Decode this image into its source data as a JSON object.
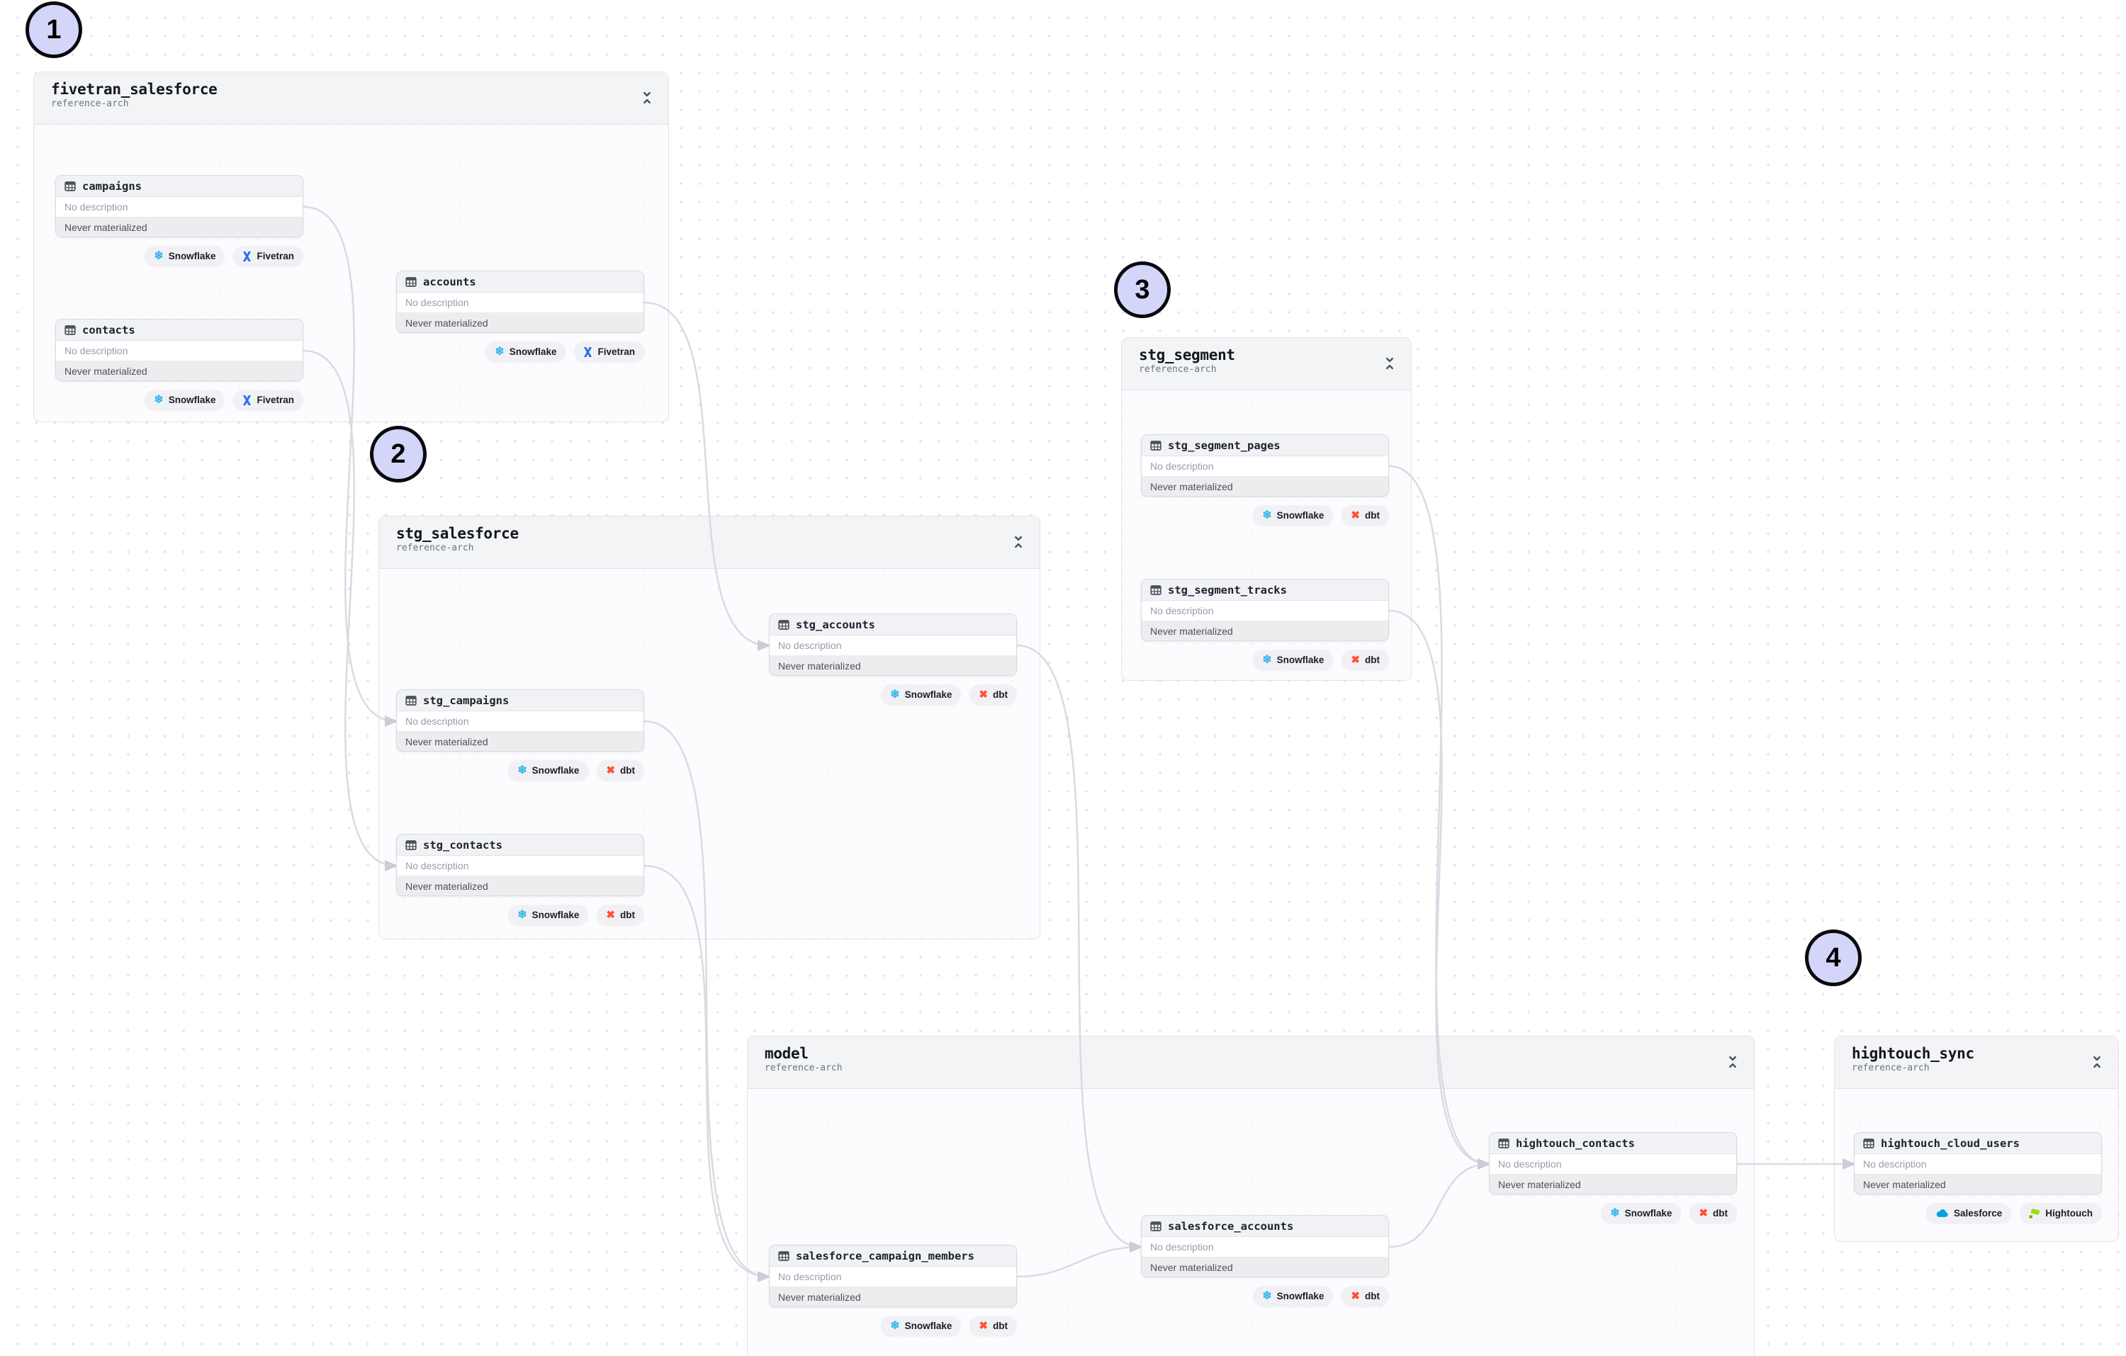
{
  "annotations": [
    {
      "label": "1"
    },
    {
      "label": "2"
    },
    {
      "label": "3"
    },
    {
      "label": "4"
    }
  ],
  "groups": [
    {
      "title": "fivetran_salesforce",
      "subtitle": "reference-arch",
      "nodes": [
        {
          "title": "campaigns",
          "description": "No description",
          "materialization": "Never materialized",
          "badges": [
            {
              "icon": "snowflake-icon",
              "label": "Snowflake"
            },
            {
              "icon": "fivetran-icon",
              "label": "Fivetran"
            }
          ]
        },
        {
          "title": "contacts",
          "description": "No description",
          "materialization": "Never materialized",
          "badges": [
            {
              "icon": "snowflake-icon",
              "label": "Snowflake"
            },
            {
              "icon": "fivetran-icon",
              "label": "Fivetran"
            }
          ]
        },
        {
          "title": "accounts",
          "description": "No description",
          "materialization": "Never materialized",
          "badges": [
            {
              "icon": "snowflake-icon",
              "label": "Snowflake"
            },
            {
              "icon": "fivetran-icon",
              "label": "Fivetran"
            }
          ]
        }
      ]
    },
    {
      "title": "stg_salesforce",
      "subtitle": "reference-arch",
      "nodes": [
        {
          "title": "stg_accounts",
          "description": "No description",
          "materialization": "Never materialized",
          "badges": [
            {
              "icon": "snowflake-icon",
              "label": "Snowflake"
            },
            {
              "icon": "dbt-icon",
              "label": "dbt"
            }
          ]
        },
        {
          "title": "stg_campaigns",
          "description": "No description",
          "materialization": "Never materialized",
          "badges": [
            {
              "icon": "snowflake-icon",
              "label": "Snowflake"
            },
            {
              "icon": "dbt-icon",
              "label": "dbt"
            }
          ]
        },
        {
          "title": "stg_contacts",
          "description": "No description",
          "materialization": "Never materialized",
          "badges": [
            {
              "icon": "snowflake-icon",
              "label": "Snowflake"
            },
            {
              "icon": "dbt-icon",
              "label": "dbt"
            }
          ]
        }
      ]
    },
    {
      "title": "stg_segment",
      "subtitle": "reference-arch",
      "nodes": [
        {
          "title": "stg_segment_pages",
          "description": "No description",
          "materialization": "Never materialized",
          "badges": [
            {
              "icon": "snowflake-icon",
              "label": "Snowflake"
            },
            {
              "icon": "dbt-icon",
              "label": "dbt"
            }
          ]
        },
        {
          "title": "stg_segment_tracks",
          "description": "No description",
          "materialization": "Never materialized",
          "badges": [
            {
              "icon": "snowflake-icon",
              "label": "Snowflake"
            },
            {
              "icon": "dbt-icon",
              "label": "dbt"
            }
          ]
        }
      ]
    },
    {
      "title": "model",
      "subtitle": "reference-arch",
      "nodes": [
        {
          "title": "hightouch_contacts",
          "description": "No description",
          "materialization": "Never materialized",
          "badges": [
            {
              "icon": "snowflake-icon",
              "label": "Snowflake"
            },
            {
              "icon": "dbt-icon",
              "label": "dbt"
            }
          ]
        },
        {
          "title": "salesforce_accounts",
          "description": "No description",
          "materialization": "Never materialized",
          "badges": [
            {
              "icon": "snowflake-icon",
              "label": "Snowflake"
            },
            {
              "icon": "dbt-icon",
              "label": "dbt"
            }
          ]
        },
        {
          "title": "salesforce_campaign_members",
          "description": "No description",
          "materialization": "Never materialized",
          "badges": [
            {
              "icon": "snowflake-icon",
              "label": "Snowflake"
            },
            {
              "icon": "dbt-icon",
              "label": "dbt"
            }
          ]
        }
      ]
    },
    {
      "title": "hightouch_sync",
      "subtitle": "reference-arch",
      "nodes": [
        {
          "title": "hightouch_cloud_users",
          "description": "No description",
          "materialization": "Never materialized",
          "badges": [
            {
              "icon": "salesforce-icon",
              "label": "Salesforce"
            },
            {
              "icon": "hightouch-icon",
              "label": "Hightouch"
            }
          ]
        }
      ]
    }
  ],
  "edges": [
    {
      "from": "campaigns",
      "to": "stg_campaigns"
    },
    {
      "from": "contacts",
      "to": "stg_contacts"
    },
    {
      "from": "accounts",
      "to": "stg_accounts"
    },
    {
      "from": "stg_campaigns",
      "to": "salesforce_campaign_members"
    },
    {
      "from": "stg_contacts",
      "to": "salesforce_campaign_members"
    },
    {
      "from": "stg_accounts",
      "to": "salesforce_accounts"
    },
    {
      "from": "salesforce_campaign_members",
      "to": "salesforce_accounts"
    },
    {
      "from": "salesforce_accounts",
      "to": "hightouch_contacts"
    },
    {
      "from": "stg_segment_pages",
      "to": "hightouch_contacts"
    },
    {
      "from": "stg_segment_tracks",
      "to": "hightouch_contacts"
    },
    {
      "from": "hightouch_contacts",
      "to": "hightouch_cloud_users"
    }
  ],
  "colors": {
    "snowflake": "#35b5ea",
    "fivetran": "#2b6bf3",
    "dbt": "#ff5032",
    "salesforce": "#00a1e0",
    "hightouch": "#9fdc0e",
    "edge": "#d9dae3",
    "annotation_fill": "#d3d6f8"
  }
}
